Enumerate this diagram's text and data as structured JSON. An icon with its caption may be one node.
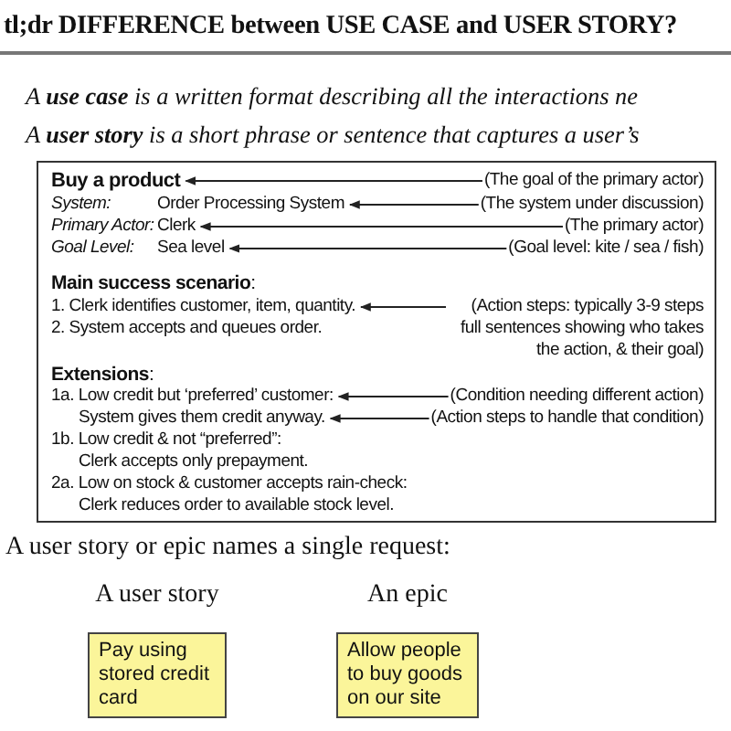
{
  "diagram": {
    "title": "tl;dr DIFFERENCE between USE CASE and USER STORY?",
    "nodes": [
      {
        "text": [],
        "shape": "box"
      },
      {
        "text": [
          "Buy a product"
        ],
        "in": 0
      },
      {
        "text": [
          "(The goal of the primary actor)"
        ],
        "in": 0
      },
      {
        "text": [
          "System:",
          "Order Processing System"
        ],
        "in": 0
      },
      {
        "text": [
          "(The system under discussion)"
        ],
        "in": 0
      },
      {
        "text": [
          "Primary Actor:",
          "Clerk"
        ],
        "in": 0
      },
      {
        "text": [
          "(The primary actor)"
        ],
        "in": 0
      },
      {
        "text": [
          "Goal Level:",
          "Sea level"
        ],
        "in": 0
      },
      {
        "text": [
          "(Goal level: kite / sea / fish)"
        ],
        "in": 0
      },
      {
        "text": [
          "1. Clerk identifies customer, item, quantity."
        ],
        "in": 0
      },
      {
        "text": [
          "(Action steps: typically 3-9 steps full sentences showing who takes the action, & their goal)"
        ],
        "in": 0
      },
      {
        "text": [
          "1a. Low credit but ‘preferred’ customer:"
        ],
        "in": 0
      },
      {
        "text": [
          "(Condition needing different action)"
        ],
        "in": 0
      },
      {
        "text": [
          "System gives them credit anyway."
        ],
        "in": 0
      },
      {
        "text": [
          "(Action steps to handle that condition)"
        ],
        "in": 0
      },
      {
        "text": [
          "A user story",
          "Pay using stored credit card"
        ]
      },
      {
        "text": [
          "An epic",
          "Allow people to buy goods on our site"
        ]
      }
    ],
    "edges": [
      {
        "from": 2,
        "to": 1,
        "arrow": "to"
      },
      {
        "from": 4,
        "to": 3,
        "arrow": "to"
      },
      {
        "from": 6,
        "to": 5,
        "arrow": "to"
      },
      {
        "from": 8,
        "to": 7,
        "arrow": "to"
      },
      {
        "from": 10,
        "to": 9,
        "arrow": "to"
      },
      {
        "from": 12,
        "to": 11,
        "arrow": "to"
      },
      {
        "from": 14,
        "to": 13,
        "arrow": "to"
      }
    ],
    "labels": [
      "A **use case** is a written format describing all the interactions ne",
      "A **user story** is a short phrase or sentence that captures a user’s",
      "**Main success scenario**:",
      "2. System accepts and queues order.",
      "**Extensions**:",
      "1b. Low credit & not “preferred”:",
      "Clerk accepts only prepayment.",
      "2a. Low on stock & customer accepts rain-check:",
      "Clerk reduces order to available stock level.",
      "A user story or epic names a single request:"
    ]
  }
}
